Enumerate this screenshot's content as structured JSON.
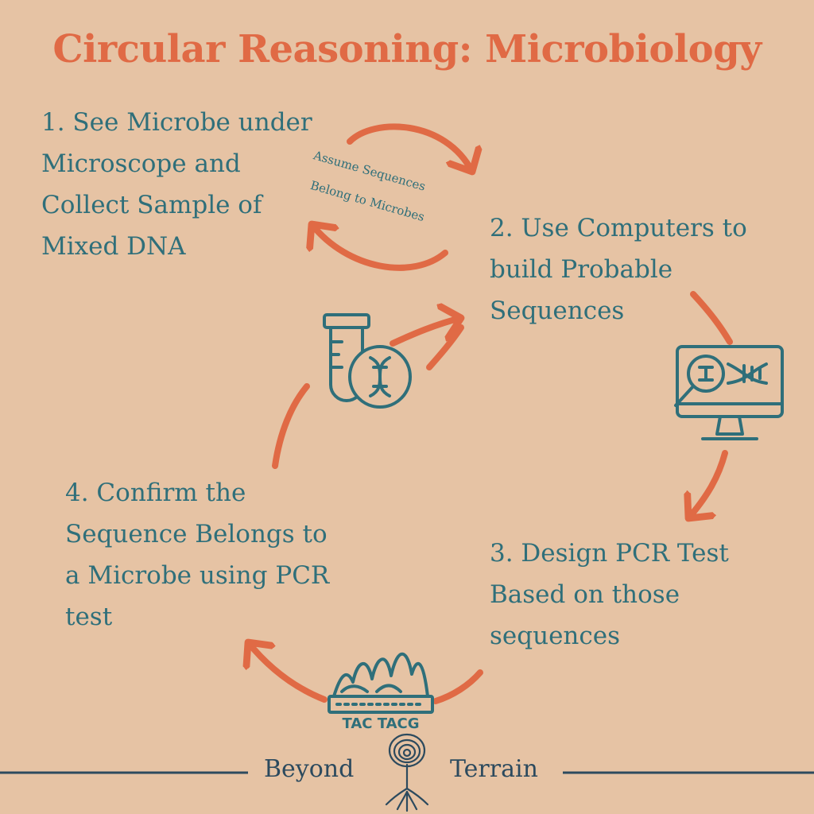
{
  "title": "Circular Reasoning: Microbiology",
  "steps": {
    "step1": [
      "1. See Microbe under",
      "Microscope and",
      "Collect Sample of",
      "Mixed DNA"
    ],
    "step2": [
      "2. Use Computers to",
      "build Probable",
      "Sequences"
    ],
    "step3": [
      "3. Design PCR Test",
      "Based on those",
      "sequences"
    ],
    "step4": [
      "4. Confirm the",
      "Sequence Belongs to",
      "a Microbe using PCR",
      "test"
    ]
  },
  "loop_label": [
    "Assume Sequences",
    "Belong to Microbes"
  ],
  "pcr_label": "TAC TACG",
  "footer": {
    "left": "Beyond",
    "right": "Terrain"
  },
  "colors": {
    "background": "#e6c3a4",
    "accent": "#e06a45",
    "text": "#2f6f7a",
    "footer": "#2c4a5e"
  },
  "icons": [
    "test-tube-dna-icon",
    "computer-dna-search-icon",
    "pcr-peaks-icon",
    "fingerprint-tree-logo"
  ]
}
